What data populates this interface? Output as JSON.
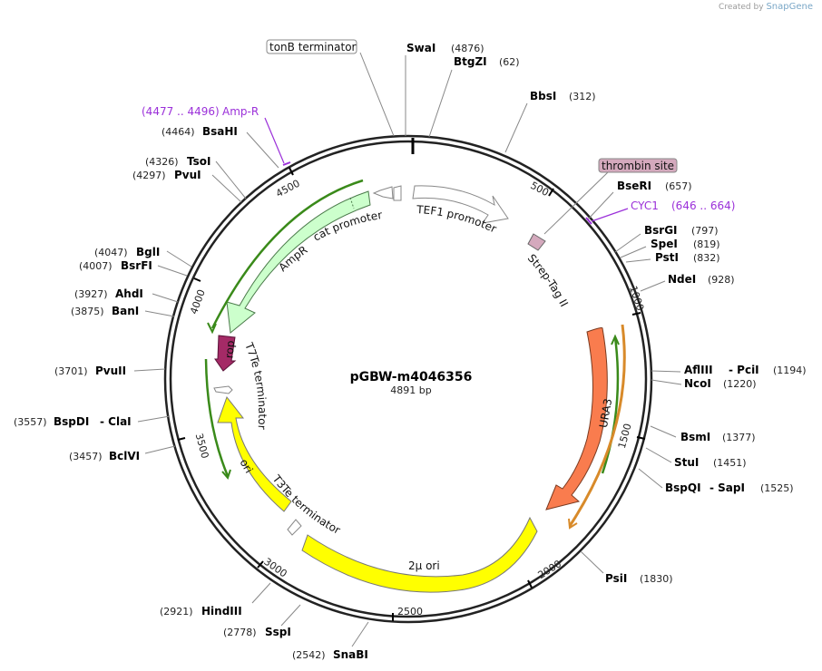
{
  "credit": {
    "prefix": "Created by",
    "brand": "SnapGene"
  },
  "plasmid": {
    "name": "pGBW-m4046356",
    "length_label": "4891 bp"
  },
  "ticks": [
    "500",
    "1000",
    "1500",
    "2000",
    "2500",
    "3000",
    "3500",
    "4000",
    "4500"
  ],
  "sites": [
    {
      "name": "SwaI",
      "pos": "(4876)"
    },
    {
      "name": "BtgZI",
      "pos": "(62)"
    },
    {
      "name": "BbsI",
      "pos": "(312)"
    },
    {
      "name": "BseRI",
      "pos": "(657)"
    },
    {
      "name": "BsrGI",
      "pos": "(797)"
    },
    {
      "name": "SpeI",
      "pos": "(819)"
    },
    {
      "name": "PstI",
      "pos": "(832)"
    },
    {
      "name": "NdeI",
      "pos": "(928)"
    },
    {
      "name": "AflIII",
      "name2": "- PciI",
      "pos": "(1194)"
    },
    {
      "name": "NcoI",
      "pos": "(1220)"
    },
    {
      "name": "BsmI",
      "pos": "(1377)"
    },
    {
      "name": "StuI",
      "pos": "(1451)"
    },
    {
      "name": "BspQI",
      "name2": "- SapI",
      "pos": "(1525)"
    },
    {
      "name": "PsiI",
      "pos": "(1830)"
    },
    {
      "name": "SnaBI",
      "pos": "(2542)"
    },
    {
      "name": "SspI",
      "pos": "(2778)"
    },
    {
      "name": "HindIII",
      "pos": "(2921)"
    },
    {
      "name": "BclVI",
      "pos": "(3457)"
    },
    {
      "name": "BspDI",
      "name2": "- ClaI",
      "pos": "(3557)"
    },
    {
      "name": "PvuII",
      "pos": "(3701)"
    },
    {
      "name": "BanI",
      "pos": "(3875)"
    },
    {
      "name": "AhdI",
      "pos": "(3927)"
    },
    {
      "name": "BsrFI",
      "pos": "(4007)"
    },
    {
      "name": "BglI",
      "pos": "(4047)"
    },
    {
      "name": "PvuI",
      "pos": "(4297)"
    },
    {
      "name": "TsoI",
      "pos": "(4326)"
    },
    {
      "name": "BsaHI",
      "pos": "(4464)"
    }
  ],
  "primers": [
    {
      "name": "Amp-R",
      "range": "(4477 .. 4496)"
    },
    {
      "name": "CYC1",
      "range": "(646 .. 664)"
    }
  ],
  "callouts": {
    "tonB": "tonB terminator",
    "thrombin": "thrombin site"
  },
  "features": {
    "tef1": "TEF1 promoter",
    "strep": "Strep-Tag II",
    "ura3": "URA3",
    "two_micron": "2μ ori",
    "t3te": "T3Te terminator",
    "ori": "ori",
    "t7te": "T7Te terminator",
    "rop": "rop",
    "ampr": "AmpR",
    "cat": "cat promoter"
  },
  "colors": {
    "backbone": "#222222",
    "ura3": "#f97c4e",
    "ori": "#ffff00",
    "ampr": "#ccffcc",
    "rop": "#a42a66",
    "promoter": "#ffffff",
    "strep": "#d4a9bd",
    "primer_green": "#3a8a1a",
    "primer_orange": "#d88a2a",
    "purple": "#9b30d9"
  }
}
